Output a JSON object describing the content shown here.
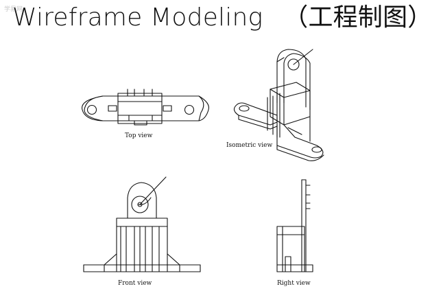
{
  "title": "Wireframe Modeling",
  "title_cn": "（工程制图）",
  "watermark": "学易网",
  "views": {
    "top": "Top view",
    "isometric": "Isometric view",
    "front": "Front view",
    "right": "Right view"
  },
  "line_color": "#111111"
}
